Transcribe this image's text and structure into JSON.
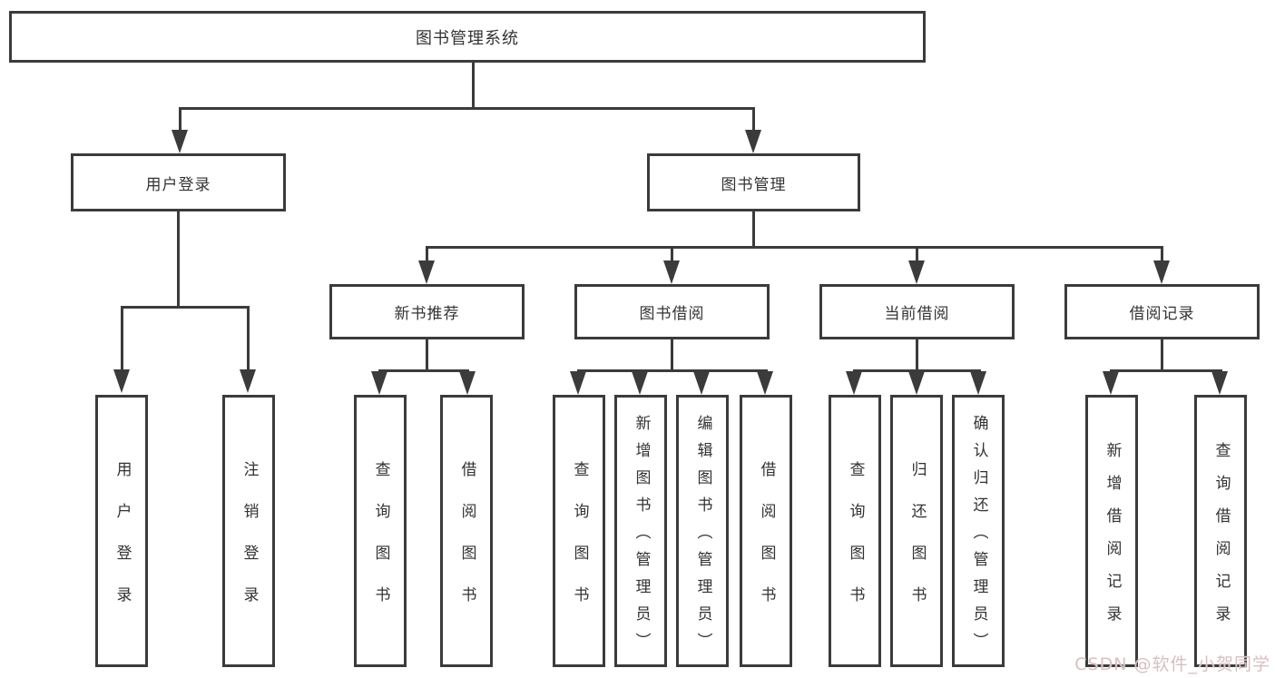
{
  "root": {
    "label": "图书管理系统"
  },
  "branches": {
    "user": {
      "label": "用户登录",
      "children": [
        "用户登录",
        "注销登录"
      ]
    },
    "book": {
      "label": "图书管理",
      "sections": [
        {
          "label": "新书推荐",
          "children": [
            "查询图书",
            "借阅图书"
          ]
        },
        {
          "label": "图书借阅",
          "children": [
            "查询图书",
            "新增图书（管理员）",
            "编辑图书（管理员）",
            "借阅图书"
          ]
        },
        {
          "label": "当前借阅",
          "children": [
            "查询图书",
            "归还图书",
            "确认归还（管理员）"
          ]
        },
        {
          "label": "借阅记录",
          "children": [
            "新增借阅记录",
            "查询借阅记录"
          ]
        }
      ]
    }
  },
  "watermark": {
    "text": "CSDN @软件_小贺同学"
  },
  "colors": {
    "line": "#3b3b3b",
    "text": "#333333",
    "background": "#ffffff",
    "watermark": "#d9bfc2"
  }
}
